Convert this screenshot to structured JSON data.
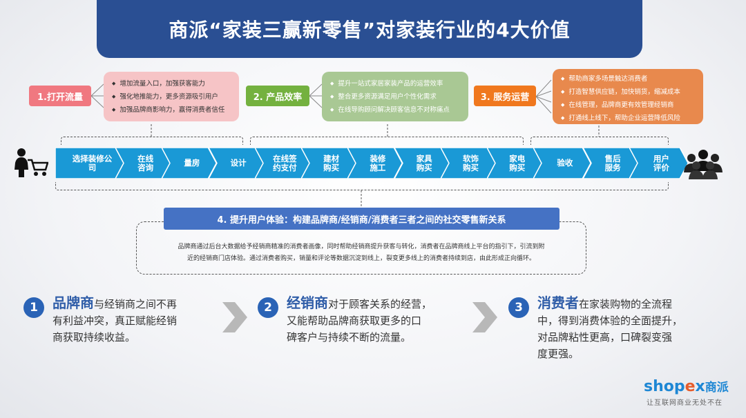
{
  "title": "商派“家装三赢新零售”对家装行业的4大价值",
  "values": [
    {
      "label": "1.打开流量",
      "color": "#f07880",
      "box_color": "#f6c4c6",
      "items": [
        "增加流量入口，加强获客能力",
        "强化地推能力，更多资源吸引用户",
        "加强品牌商影响力，赢得消费者信任"
      ]
    },
    {
      "label": "2. 产品效率",
      "color": "#74b13f",
      "box_color": "#a9c894",
      "items": [
        "提升一站式家居家装产品的运营效率",
        "整合更多资源满足用户个性化需求",
        "在线导购顾问解决顾客信息不对称痛点"
      ]
    },
    {
      "label": "3. 服务运营",
      "color": "#f0781e",
      "box_color": "#e8894d",
      "items": [
        "帮助商家多场景触达消费者",
        "打造智慧供应链，加快销货，缩减成本",
        "在线管理，品牌商更有效管理经销商",
        "打通线上线下，帮助企业运营降低风险"
      ]
    }
  ],
  "flow_steps": [
    {
      "line1": "选择装修公",
      "line2": "司"
    },
    {
      "line1": "在线",
      "line2": "咨询"
    },
    {
      "line1": "量房",
      "line2": ""
    },
    {
      "line1": "设计",
      "line2": ""
    },
    {
      "line1": "在线签",
      "line2": "约支付"
    },
    {
      "line1": "建材",
      "line2": "购买"
    },
    {
      "line1": "装修",
      "line2": "施工"
    },
    {
      "line1": "家具",
      "line2": "购买"
    },
    {
      "line1": "软饰",
      "line2": "购买"
    },
    {
      "line1": "家电",
      "line2": "购买"
    },
    {
      "line1": "验收",
      "line2": ""
    },
    {
      "line1": "售后",
      "line2": "服务"
    },
    {
      "line1": "用户",
      "line2": "评价"
    }
  ],
  "ux": {
    "label": "4. 提升用户体验：构建品牌商/经销商/消费者三者之间的社交零售新关系",
    "line1": "品牌商通过后台大数据给予经销商精准的消费者画像，同时帮助经销商提升获客与转化，消费者在品牌商线上平台的指引下，引流到附",
    "line2": "近的经销商门店体验。通过消费者购买，销量和评论等数据沉淀到线上，裂变更多线上的消费者持续到店，由此形成正向循环。"
  },
  "benefits": [
    {
      "num": "1",
      "hl": "品牌商",
      "l1": "与经销商之间不再",
      "l2": "有利益冲突，真正赋能经销",
      "l3": "商获取持续收益。",
      "l4": ""
    },
    {
      "num": "2",
      "hl": "经销商",
      "l1": "对于顾客关系的经营，",
      "l2": "又能帮助品牌商获取更多的口",
      "l3": "碑客户与持续不断的流量。",
      "l4": ""
    },
    {
      "num": "3",
      "hl": "消费者",
      "l1": "在家装购物的全流程",
      "l2": "中，得到消费体验的全面提升，",
      "l3": "对品牌粘性更高，口碑裂变强",
      "l4": "度更强。"
    }
  ],
  "logo": {
    "brand_a": "shop",
    "brand_x": "e",
    "brand_b": "x",
    "brand_cn": "商派",
    "slogan": "让互联网商业无处不在"
  },
  "colors": {
    "title_bg": "#2a4f93",
    "flow": "#1a99d6",
    "ux_bar": "#4572c4",
    "accent_blue": "#2f5da8"
  },
  "icons": {
    "left": "consumer-with-cart-icon",
    "right": "crowd-icon",
    "chevron": "chevron-right-icon"
  }
}
